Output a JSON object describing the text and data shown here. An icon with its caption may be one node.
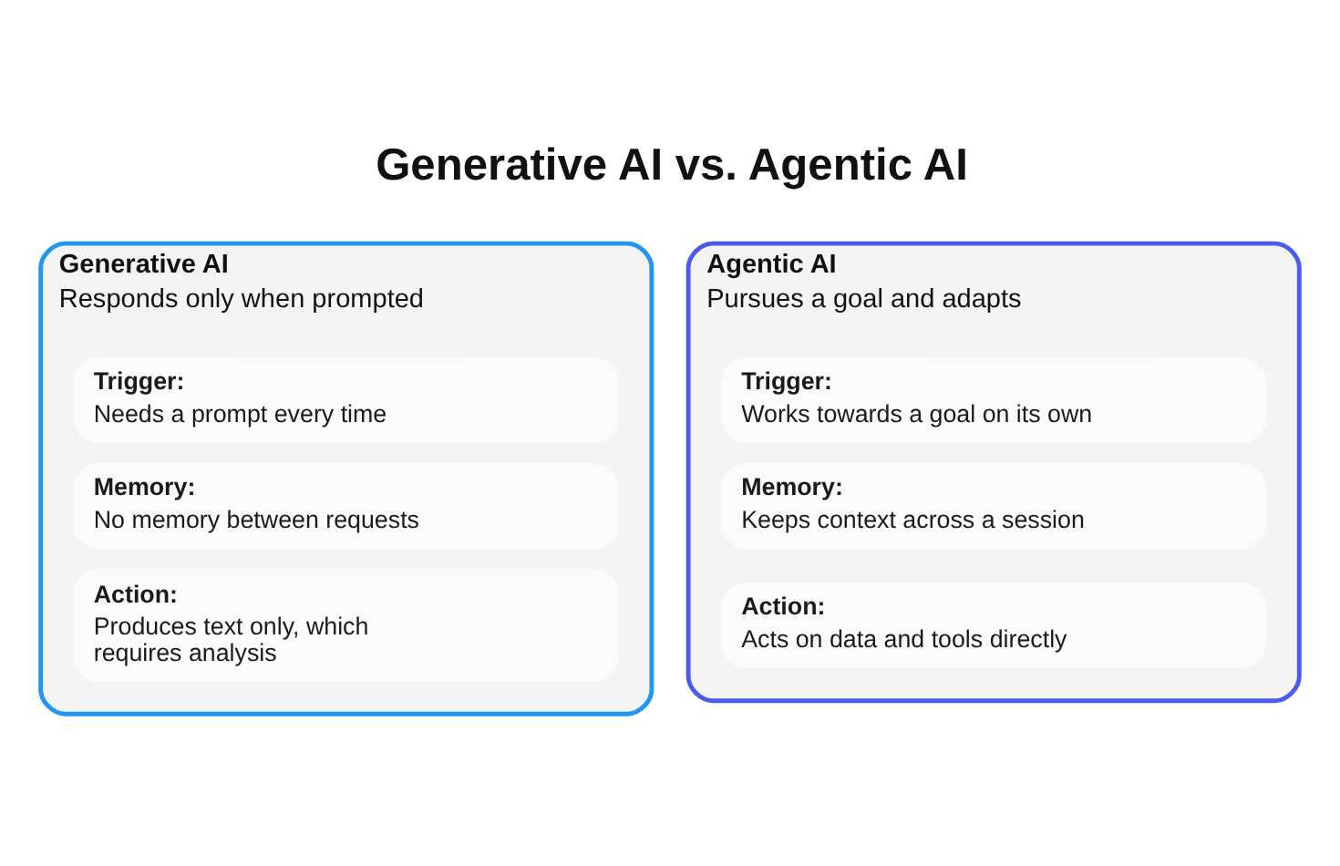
{
  "diagram": {
    "title": "Generative AI vs. Agentic AI",
    "nodes": [
      {
        "text": [
          "Generative AI",
          "Responds only when prompted"
        ]
      },
      {
        "text": [
          "Trigger:",
          "Needs a prompt every time"
        ],
        "in": 0
      },
      {
        "text": [
          "Memory:",
          "No memory between requests"
        ],
        "in": 0
      },
      {
        "text": [
          "Action:",
          "Produces text only, which requires analysis"
        ],
        "in": 0
      },
      {
        "text": [
          "Agentic AI",
          "Pursues a goal and adapts"
        ]
      },
      {
        "text": [
          "Trigger:",
          "Works towards a goal on its own"
        ],
        "in": 4
      },
      {
        "text": [
          "Memory:",
          "Keeps context across a session"
        ],
        "in": 4
      },
      {
        "text": [
          "Action:",
          "Acts on data and tools directly"
        ],
        "in": 4
      }
    ]
  }
}
